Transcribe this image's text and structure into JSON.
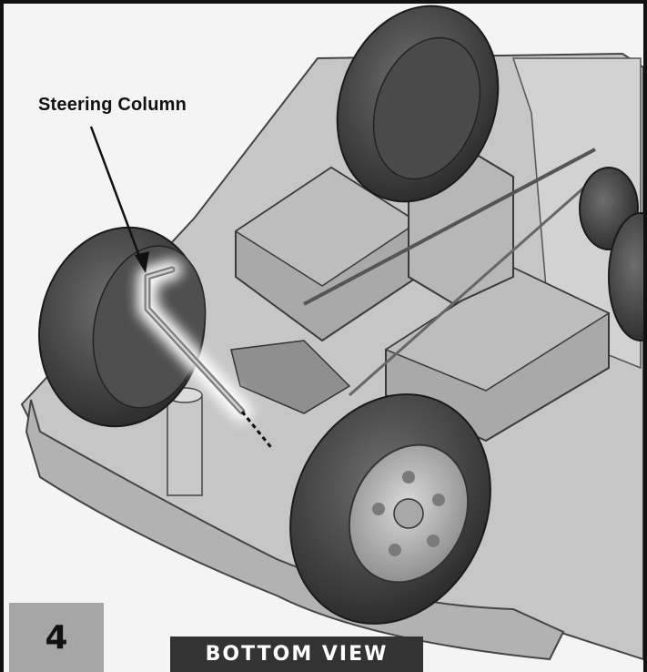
{
  "figure": {
    "callout_label": "Steering Column",
    "step_number": "4",
    "view_label": "BOTTOM VIEW"
  }
}
